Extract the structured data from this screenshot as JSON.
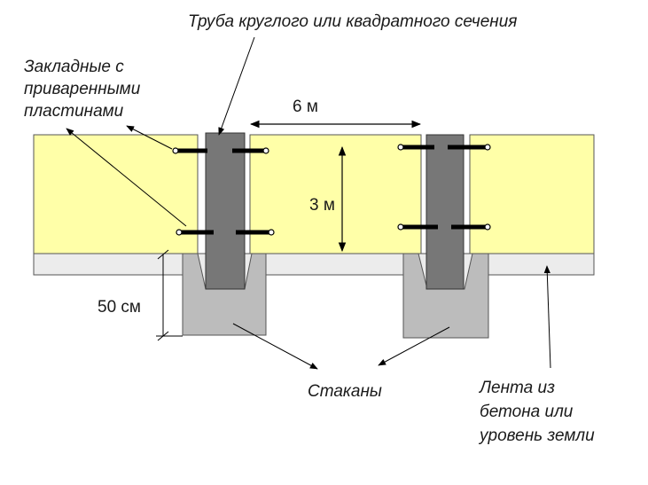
{
  "labels": {
    "pipe": "Труба круглого или квадратного сечения",
    "embeds_line1": "Закладные с",
    "embeds_line2": "приваренными",
    "embeds_line3": "пластинами",
    "span": "6 м",
    "height": "3 м",
    "depth": "50 см",
    "cups": "Стаканы",
    "strip_line1": "Лента из",
    "strip_line2": "бетона или",
    "strip_line3": "уровень земли"
  },
  "colors": {
    "panel_fill": "#ffffa8",
    "strip_fill": "#ececec",
    "cup_fill": "#bcbcbc",
    "pipe_fill": "#777777",
    "outline": "#555555",
    "line": "#000000"
  }
}
